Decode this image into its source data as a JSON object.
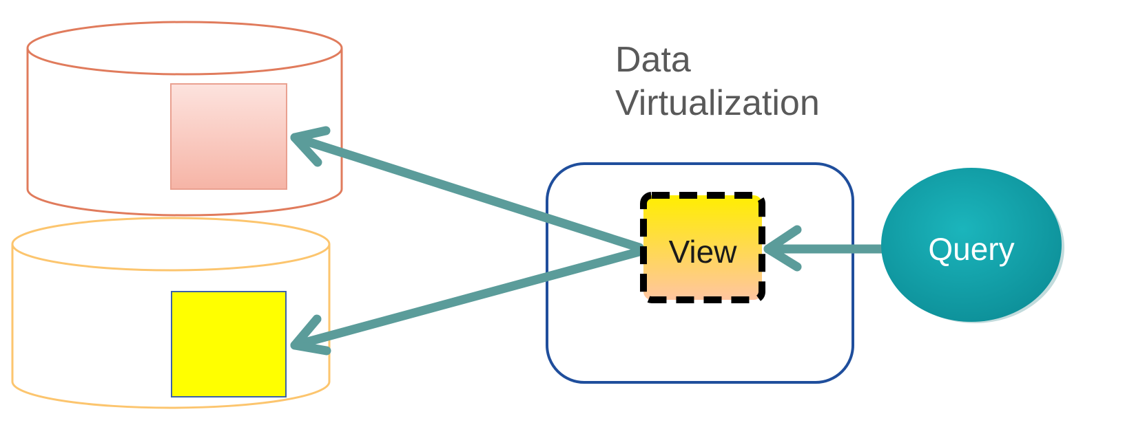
{
  "title": {
    "line1": "Data",
    "line2": "Virtualization"
  },
  "view": {
    "label": "View"
  },
  "query": {
    "label": "Query"
  },
  "colors": {
    "db_top_stroke": "#e07b5c",
    "db_bottom_stroke": "#fcc56e",
    "db_top_square_fill": "#f8c2b8",
    "db_bottom_square_fill": "#ffff00",
    "arrow": "#5b9c9a",
    "virtualization_box": "#1f4e9c",
    "query_fill": "#16a2ab",
    "view_fill_top": "#ffee00",
    "view_fill_bottom": "#ffc5a0"
  }
}
